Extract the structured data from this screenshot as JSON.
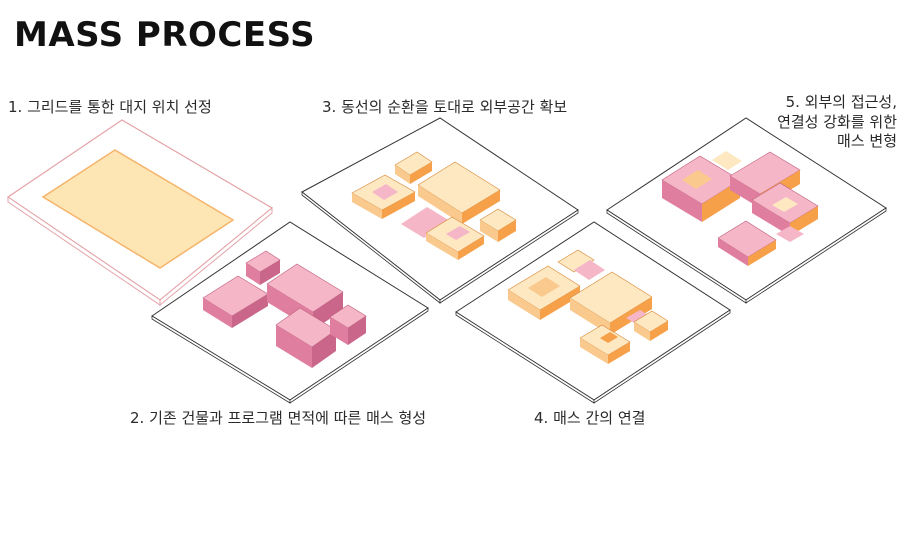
{
  "title": "MASS PROCESS",
  "steps": [
    {
      "label": "1.  그리드를 통한 대지 위치 선정"
    },
    {
      "label": "2. 기존 건물과 프로그램 면적에 따른 매스 형성"
    },
    {
      "label": "3. 동선의 순환을 토대로 외부공간 확보"
    },
    {
      "label": "4. 매스 간의 연결"
    },
    {
      "label_lines": [
        "5. 외부의 접근성,",
        "연결성 강화를 위한",
        "매스 변형"
      ]
    }
  ],
  "colors": {
    "site_outline_1": "#e4a3a8",
    "site_fill_1": "#fde6b4",
    "pink_top": "#f5b6c8",
    "pink_side": "#e07ea0",
    "cream_top": "#fde8c2",
    "orange_side": "#f6a04a",
    "plate_outline": "#333333"
  }
}
